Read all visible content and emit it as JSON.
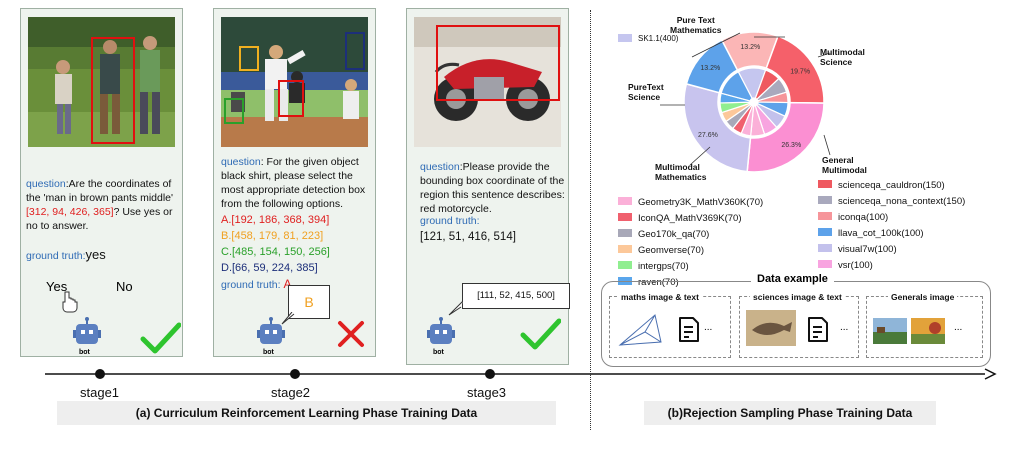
{
  "stage1": {
    "question_prefix": "question",
    "question_body": ":Are the coordinates of the 'man in brown pants middle'",
    "coords": "[312, 94, 426, 365]",
    "question_suffix": "? Use yes or no to answer.",
    "gt_label": "ground truth:",
    "gt_value": "yes",
    "yes": "Yes",
    "no": "No",
    "bot": "bot"
  },
  "stage2": {
    "question_prefix": "question",
    "question_body": ": For the given object black shirt, please select the most appropriate detection box from the following options.",
    "option_a": "A.[192, 186, 368, 394]",
    "option_b": "B.[458, 179, 81, 223]",
    "option_c": "C.[485, 154, 150, 256]",
    "option_d": "D.[66, 59, 224, 385]",
    "gt_label": "ground truth: ",
    "gt_value": "A",
    "answer": "B",
    "bot": "bot"
  },
  "stage3": {
    "question_prefix": "question",
    "question_body": ":Please provide the bounding box coordinate of the region this sentence describes: red motorcycle.",
    "gt_label": "ground truth:",
    "gt_value": "[121, 51, 416, 514]",
    "answer": "[111, 52, 415, 500]",
    "bot": "bot"
  },
  "timeline": {
    "stage1": "stage1",
    "stage2": "stage2",
    "stage3": "stage3"
  },
  "captions": {
    "left": "(a) Curriculum Reinforcement Learning Phase Training Data",
    "right": "(b)Rejection Sampling Phase Training Data"
  },
  "chart_data": {
    "type": "pie",
    "inner_ring": [
      {
        "name": "Pure Text Mathematics",
        "value": 13.2,
        "color": "#fbb6b6"
      },
      {
        "name": "Multimodal Science",
        "value": 19.7,
        "color": "#f5606a"
      },
      {
        "name": "General Multimodal",
        "value": 26.3,
        "color": "#fb8fd2"
      },
      {
        "name": "Multimodal Mathematics",
        "value": 27.6,
        "color": "#c8c4ee"
      },
      {
        "name": "PureText Science",
        "value": 13.2,
        "color": "#5da2ea"
      }
    ],
    "percent_labels": [
      "13.2%",
      "19.7%",
      "26.3%",
      "27.6%",
      "13.2%"
    ],
    "ring_labels": {
      "pure_text_math": "Pure Text\nMathematics",
      "multimodal_science": "Multimodal\nScience",
      "puretext_science": "PureText\nScience",
      "general_multimodal": "General\nMultimodal",
      "multimodal_math": "Multimodal\nMathematics"
    },
    "legend": [
      {
        "name": "SK1.1(400)",
        "value": 400,
        "color": "#c5c6ef"
      },
      {
        "name": "Geometry3K_MathV360K(70)",
        "value": 70,
        "color": "#fbb0d8"
      },
      {
        "name": "IconQA_MathV369K(70)",
        "value": 70,
        "color": "#f0606e"
      },
      {
        "name": "Geo170k_qa(70)",
        "value": 70,
        "color": "#a8a8b8"
      },
      {
        "name": "Geomverse(70)",
        "value": 70,
        "color": "#fcc89a"
      },
      {
        "name": "intergps(70)",
        "value": 70,
        "color": "#90ee90"
      },
      {
        "name": "raven(70)",
        "value": 70,
        "color": "#5aa6ec"
      },
      {
        "name": "scienceqa_cauldron(150)",
        "value": 150,
        "color": "#ef5960"
      },
      {
        "name": "scienceqa_nona_context(150)",
        "value": 150,
        "color": "#a9a9bd"
      },
      {
        "name": "iconqa(100)",
        "value": 100,
        "color": "#f6959a"
      },
      {
        "name": "llava_cot_100k(100)",
        "value": 100,
        "color": "#5da2ea"
      },
      {
        "name": "visual7w(100)",
        "value": 100,
        "color": "#c3c1ec"
      },
      {
        "name": "vsr(100)",
        "value": 100,
        "color": "#f8a4e0"
      }
    ]
  },
  "data_example": {
    "title": "Data example",
    "math": "maths image & text",
    "science": "sciences image & text",
    "general": "Generals image",
    "ellipsis": "..."
  }
}
